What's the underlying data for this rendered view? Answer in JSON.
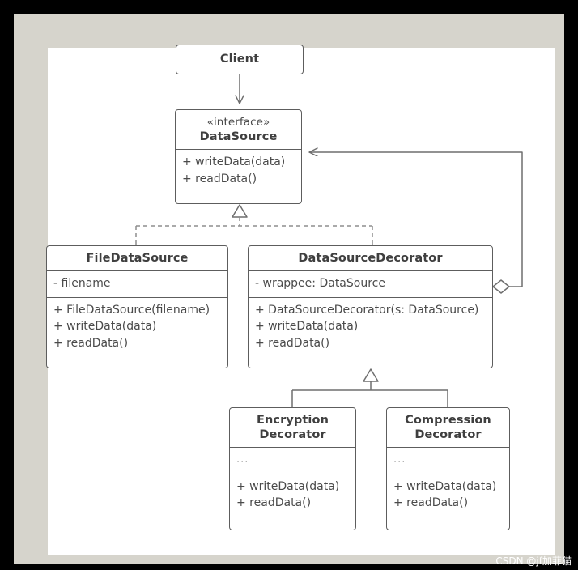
{
  "diagram": {
    "title": "Decorator pattern UML class diagram",
    "colors": {
      "border": "#5d5d5d",
      "text": "#4a4a4a",
      "title_text": "#3f3f3f",
      "canvas": "#ffffff",
      "mat": "#d6d4cc",
      "outer": "#000000",
      "connector": "#6e6e6e",
      "dashed": "#8d8d8d"
    },
    "classes": [
      {
        "id": "client",
        "name": "Client",
        "stereotype": "",
        "attributes": [],
        "methods": []
      },
      {
        "id": "datasource",
        "name": "DataSource",
        "stereotype": "«interface»",
        "attributes": [],
        "methods": [
          "+ writeData(data)",
          "+ readData()"
        ]
      },
      {
        "id": "filedatasource",
        "name": "FileDataSource",
        "stereotype": "",
        "attributes": [
          "- filename"
        ],
        "methods": [
          "+ FileDataSource(filename)",
          "+ writeData(data)",
          "+ readData()"
        ]
      },
      {
        "id": "datasourcedecorator",
        "name": "DataSourceDecorator",
        "stereotype": "",
        "attributes": [
          "- wrappee: DataSource"
        ],
        "methods": [
          "+ DataSourceDecorator(s: DataSource)",
          "+ writeData(data)",
          "+ readData()"
        ]
      },
      {
        "id": "encryptiondecorator",
        "name_line1": "Encryption",
        "name_line2": "Decorator",
        "name": "EncryptionDecorator",
        "stereotype": "",
        "attributes": [
          "..."
        ],
        "methods": [
          "+ writeData(data)",
          "+ readData()"
        ]
      },
      {
        "id": "compressiondecorator",
        "name_line1": "Compression",
        "name_line2": "Decorator",
        "name": "CompressionDecorator",
        "stereotype": "",
        "attributes": [
          "..."
        ],
        "methods": [
          "+ writeData(data)",
          "+ readData()"
        ]
      }
    ],
    "relationships": [
      {
        "id": "client-uses-datasource",
        "type": "association",
        "from": "Client",
        "to": "DataSource",
        "style": "solid",
        "arrow": "open-arrow"
      },
      {
        "id": "filedatasource-realizes-datasource",
        "type": "realization",
        "from": "FileDataSource",
        "to": "DataSource",
        "style": "dashed",
        "arrow": "hollow-triangle"
      },
      {
        "id": "datasourcedecorator-realizes-datasource",
        "type": "realization",
        "from": "DataSourceDecorator",
        "to": "DataSource",
        "style": "dashed",
        "arrow": "hollow-triangle"
      },
      {
        "id": "datasourcedecorator-aggregates-datasource",
        "type": "aggregation",
        "from": "DataSourceDecorator",
        "to": "DataSource",
        "style": "solid",
        "arrow": "open-arrow",
        "source_decoration": "hollow-diamond"
      },
      {
        "id": "encryptiondecorator-extends-datasourcedecorator",
        "type": "generalization",
        "from": "EncryptionDecorator",
        "to": "DataSourceDecorator",
        "style": "solid",
        "arrow": "hollow-triangle"
      },
      {
        "id": "compressiondecorator-extends-datasourcedecorator",
        "type": "generalization",
        "from": "CompressionDecorator",
        "to": "DataSourceDecorator",
        "style": "solid",
        "arrow": "hollow-triangle"
      }
    ]
  },
  "watermark": {
    "text": "CSDN @jf加菲猫"
  }
}
